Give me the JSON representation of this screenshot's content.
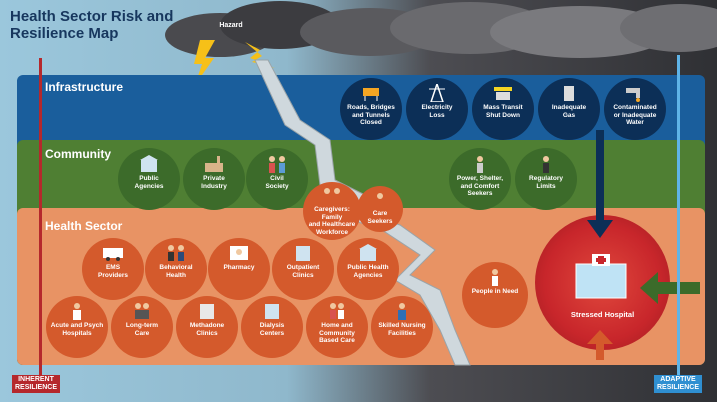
{
  "title_line1": "Health Sector Risk and",
  "title_line2": "Resilience Map",
  "hazard": "Hazard",
  "bands": {
    "infrastructure": "Infrastructure",
    "community": "Community",
    "health_sector": "Health Sector"
  },
  "infrastructure": [
    {
      "line1": "Roads, Bridges",
      "line2": "and Tunnels",
      "line3": "Closed"
    },
    {
      "line1": "Electricity",
      "line2": "Loss",
      "line3": ""
    },
    {
      "line1": "Mass Transit",
      "line2": "Shut Down",
      "line3": ""
    },
    {
      "line1": "Inadequate",
      "line2": "Gas",
      "line3": ""
    },
    {
      "line1": "Contaminated",
      "line2": "or Inadequate",
      "line3": "Water"
    }
  ],
  "community": [
    {
      "line1": "Public",
      "line2": "Agencies"
    },
    {
      "line1": "Private",
      "line2": "Industry"
    },
    {
      "line1": "Civil",
      "line2": "Society"
    },
    {
      "line1": "Power, Shelter,",
      "line2": "and Comfort",
      "line3": "Seekers"
    },
    {
      "line1": "Regulatory",
      "line2": "Limits"
    }
  ],
  "caregivers": {
    "line1": "Caregivers: Family",
    "line2": "and Healthcare",
    "line3": "Workforce"
  },
  "care_seekers": {
    "line1": "Care",
    "line2": "Seekers"
  },
  "health_row1": [
    {
      "line1": "EMS",
      "line2": "Providers"
    },
    {
      "line1": "Behavioral",
      "line2": "Health"
    },
    {
      "line1": "Pharmacy",
      "line2": ""
    },
    {
      "line1": "Outpatient",
      "line2": "Clinics"
    },
    {
      "line1": "Public Health",
      "line2": "Agencies"
    }
  ],
  "health_row2": [
    {
      "line1": "Acute and Psych",
      "line2": "Hospitals",
      "line3": ""
    },
    {
      "line1": "Long-term",
      "line2": "Care",
      "line3": ""
    },
    {
      "line1": "Methadone",
      "line2": "Clinics",
      "line3": ""
    },
    {
      "line1": "Dialysis",
      "line2": "Centers",
      "line3": ""
    },
    {
      "line1": "Home and",
      "line2": "Community",
      "line3": "Based Care"
    },
    {
      "line1": "Skilled Nursing",
      "line2": "Facilities",
      "line3": ""
    }
  ],
  "people_in_need": "People in Need",
  "stressed_hospital": "Stressed Hospital",
  "inherent_resilience": {
    "line1": "INHERENT",
    "line2": "RESILIENCE"
  },
  "adaptive_resilience": {
    "line1": "ADAPTIVE",
    "line2": "RESILIENCE"
  },
  "colors": {
    "infrastructure": "#1565a8",
    "community": "#5f8a3b",
    "health_sector": "#e78a5a",
    "hospital": "#c8262b",
    "inherent": "#b5282c",
    "adaptive": "#2f8fd1"
  }
}
